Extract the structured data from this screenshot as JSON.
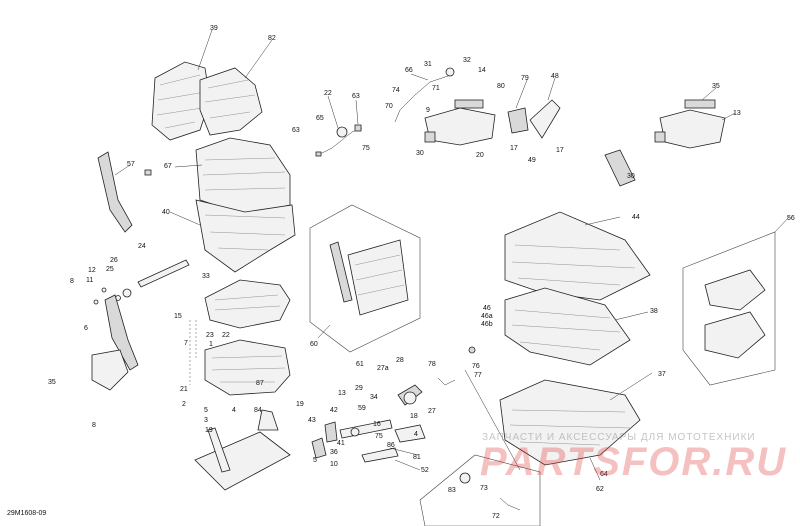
{
  "diagram": {
    "code": "29M1608-09",
    "watermark_text": "ЗАПЧАСТИ И АКСЕССУАРЫ ДЛЯ МОТОТЕХНИКИ",
    "watermark_brand": "PARTSFOR.RU",
    "callouts": [
      "39",
      "82",
      "22",
      "63",
      "65",
      "75",
      "63",
      "66",
      "31",
      "32",
      "71",
      "14",
      "74",
      "70",
      "9",
      "30",
      "20",
      "80",
      "79",
      "48",
      "17",
      "49",
      "17",
      "35",
      "13",
      "30",
      "57",
      "67",
      "40",
      "26",
      "24",
      "12",
      "11",
      "8",
      "25",
      "33",
      "15",
      "7",
      "23",
      "1",
      "22",
      "6",
      "35",
      "8",
      "21",
      "87",
      "2",
      "5",
      "3",
      "4",
      "84",
      "19",
      "19",
      "43",
      "42",
      "41",
      "36",
      "10",
      "5",
      "60",
      "61",
      "27a",
      "28",
      "29",
      "13",
      "34",
      "59",
      "27",
      "18",
      "4",
      "16",
      "75",
      "86",
      "81",
      "52",
      "78",
      "76",
      "77",
      "44",
      "46",
      "46a",
      "46b",
      "38",
      "37",
      "56",
      "64",
      "62",
      "83",
      "73",
      "72"
    ]
  }
}
